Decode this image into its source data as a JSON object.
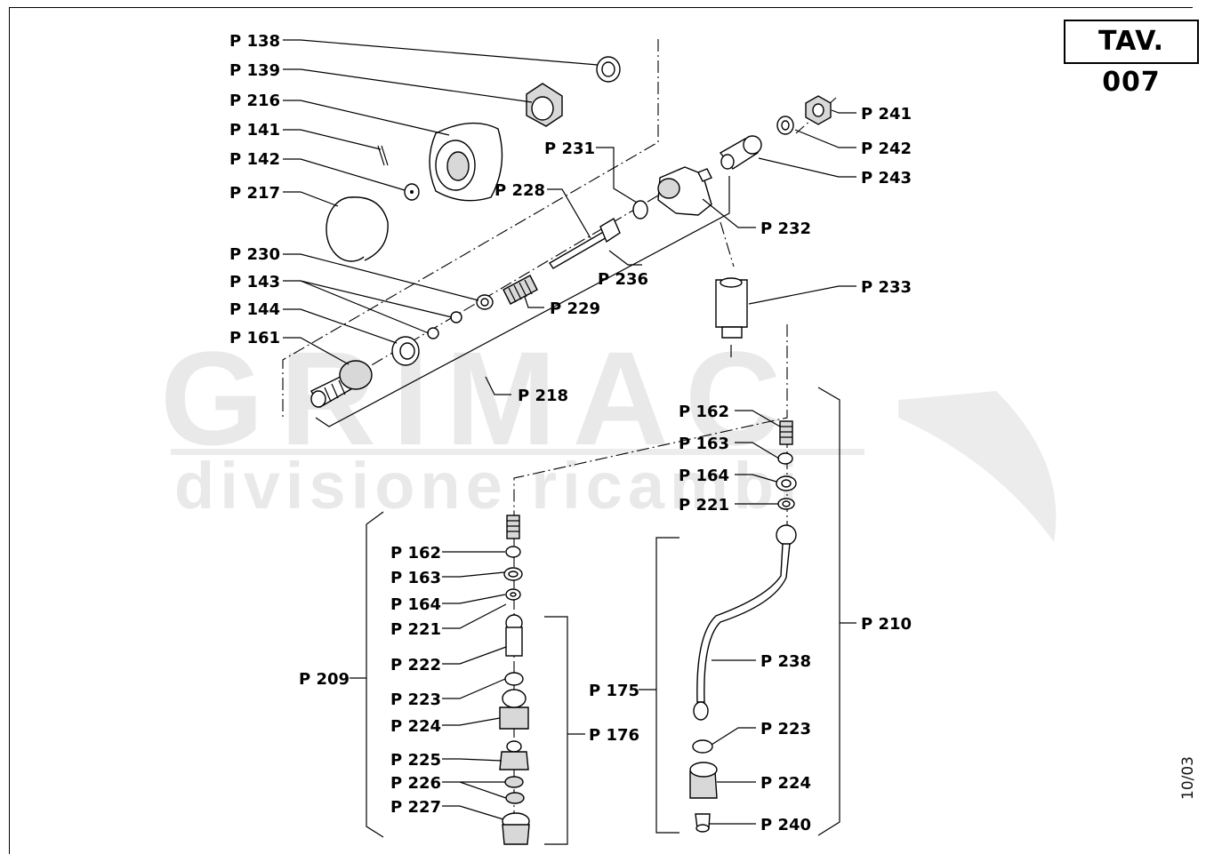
{
  "sheet": {
    "code": "TAV. 007",
    "date": "10/03"
  },
  "watermark": {
    "brand": "GRIMAC",
    "subtitle": "divisione ricambi"
  },
  "labels": {
    "p138": "P 138",
    "p139": "P 139",
    "p216": "P 216",
    "p141": "P 141",
    "p142": "P 142",
    "p217": "P 217",
    "p230": "P 230",
    "p143": "P 143",
    "p144": "P 144",
    "p161": "P 161",
    "p231": "P 231",
    "p228": "P 228",
    "p236": "P 236",
    "p229": "P 229",
    "p218": "P 218",
    "p241": "P 241",
    "p242": "P 242",
    "p243": "P 243",
    "p232": "P 232",
    "p233": "P 233",
    "p162a": "P 162",
    "p163a": "P 163",
    "p164a": "P 164",
    "p221a": "P 221",
    "p210": "P 210",
    "p238": "P 238",
    "p175": "P 175",
    "p223a": "P 223",
    "p224a": "P 224",
    "p240": "P 240",
    "p162b": "P 162",
    "p163b": "P 163",
    "p164b": "P 164",
    "p221b": "P 221",
    "p222": "P 222",
    "p223b": "P 223",
    "p224b": "P 224",
    "p225": "P 225",
    "p226": "P 226",
    "p227": "P 227",
    "p209": "P 209",
    "p176": "P 176"
  }
}
